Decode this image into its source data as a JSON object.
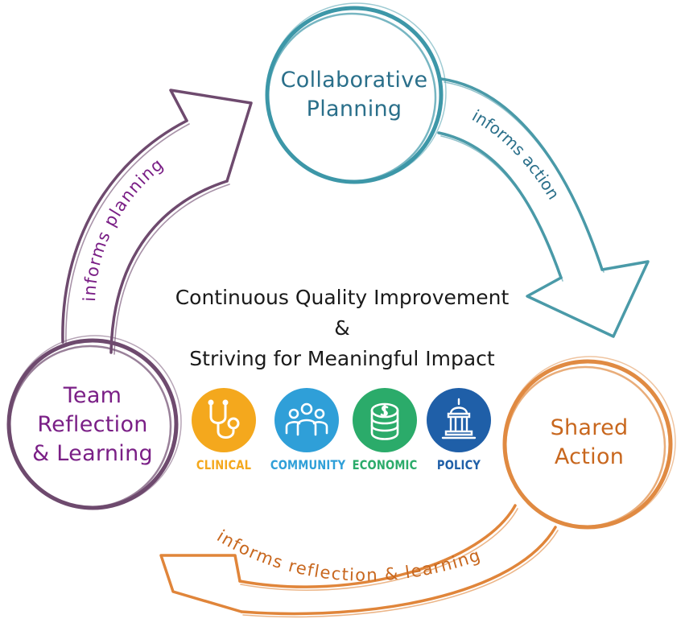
{
  "nodes": {
    "planning": {
      "line1": "Collaborative",
      "line2": "Planning",
      "color": "#2a6f8a",
      "ring": "#3d97a8"
    },
    "action": {
      "line1": "Shared",
      "line2": "Action",
      "color": "#c8671e",
      "ring": "#e08a42"
    },
    "reflection": {
      "line1": "Team",
      "line2": "Reflection",
      "line3": "& Learning",
      "color": "#7a1f86",
      "ring": "#6e4a6e"
    }
  },
  "arrows": {
    "informs_action": "informs action",
    "informs_reflection": "informs reflection & learning",
    "informs_planning": "informs planning"
  },
  "center": {
    "line1": "Continuous Quality Improvement",
    "line2": "&",
    "line3": "Striving for Meaningful Impact"
  },
  "impacts": [
    {
      "label": "CLINICAL",
      "color": "#f4a81d",
      "icon": "stethoscope-icon"
    },
    {
      "label": "COMMUNITY",
      "color": "#2f9fd8",
      "icon": "people-icon"
    },
    {
      "label": "ECONOMIC",
      "color": "#2bab6a",
      "icon": "coins-icon"
    },
    {
      "label": "POLICY",
      "color": "#1f5fa8",
      "icon": "capitol-icon"
    }
  ]
}
